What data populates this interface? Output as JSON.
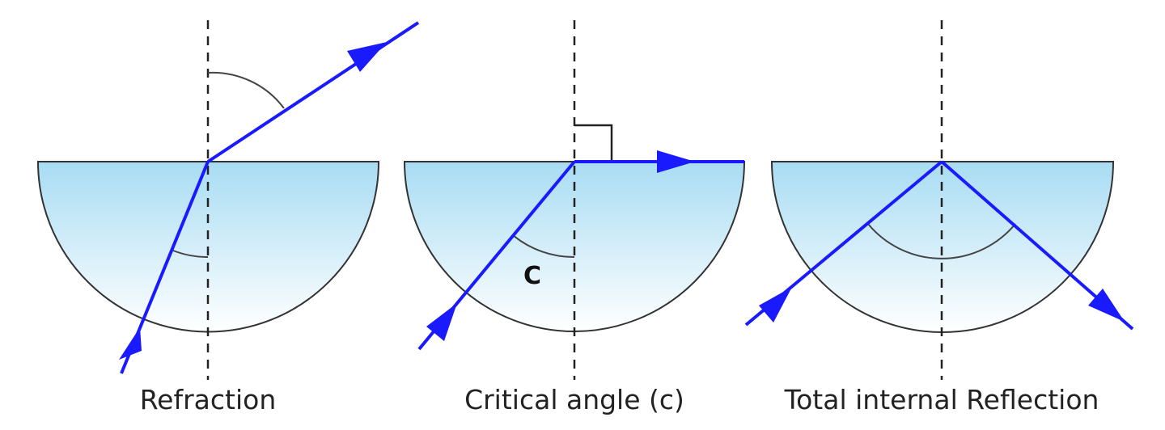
{
  "colors": {
    "ray": "#1a1aff",
    "outline": "#333333",
    "glass_top": "#a8dcf3",
    "glass_bottom": "#ffffff",
    "normal": "#222222",
    "angle_arc": "#444444"
  },
  "panels": [
    {
      "id": "refraction",
      "caption": "Refraction",
      "angle_label": ""
    },
    {
      "id": "critical",
      "caption": "Critical angle (c)",
      "angle_label": "C"
    },
    {
      "id": "tir",
      "caption": "Total internal Reflection",
      "angle_label": ""
    }
  ]
}
